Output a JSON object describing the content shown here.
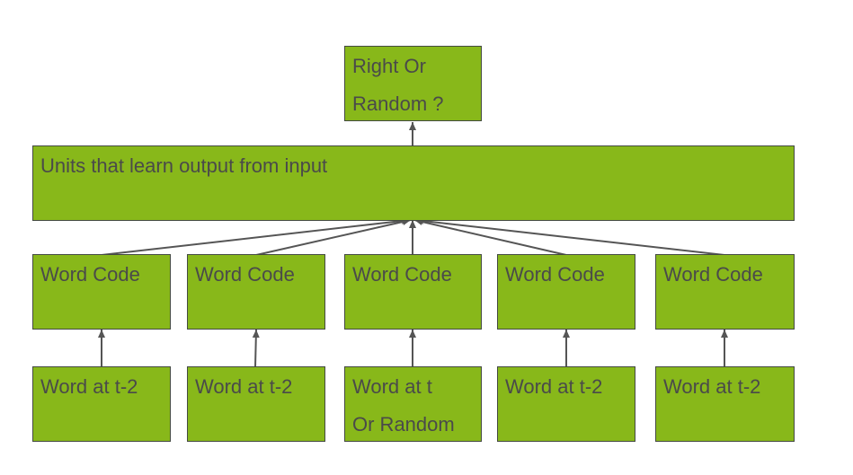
{
  "top": {
    "line1": "Right Or",
    "line2": "Random ?"
  },
  "hidden": {
    "label": "Units that learn output from input"
  },
  "codes": [
    "Word Code",
    "Word Code",
    "Word Code",
    "Word Code",
    "Word Code"
  ],
  "inputs": [
    {
      "line1": "Word at t-2",
      "line2": ""
    },
    {
      "line1": "Word at t-2",
      "line2": ""
    },
    {
      "line1": "Word at t",
      "line2": "Or Random"
    },
    {
      "line1": "Word at t-2",
      "line2": ""
    },
    {
      "line1": "Word at t-2",
      "line2": ""
    }
  ],
  "colors": {
    "box_fill": "#88b81a",
    "border": "#444a42",
    "text": "#4a4a4a",
    "arrow": "#555555"
  }
}
